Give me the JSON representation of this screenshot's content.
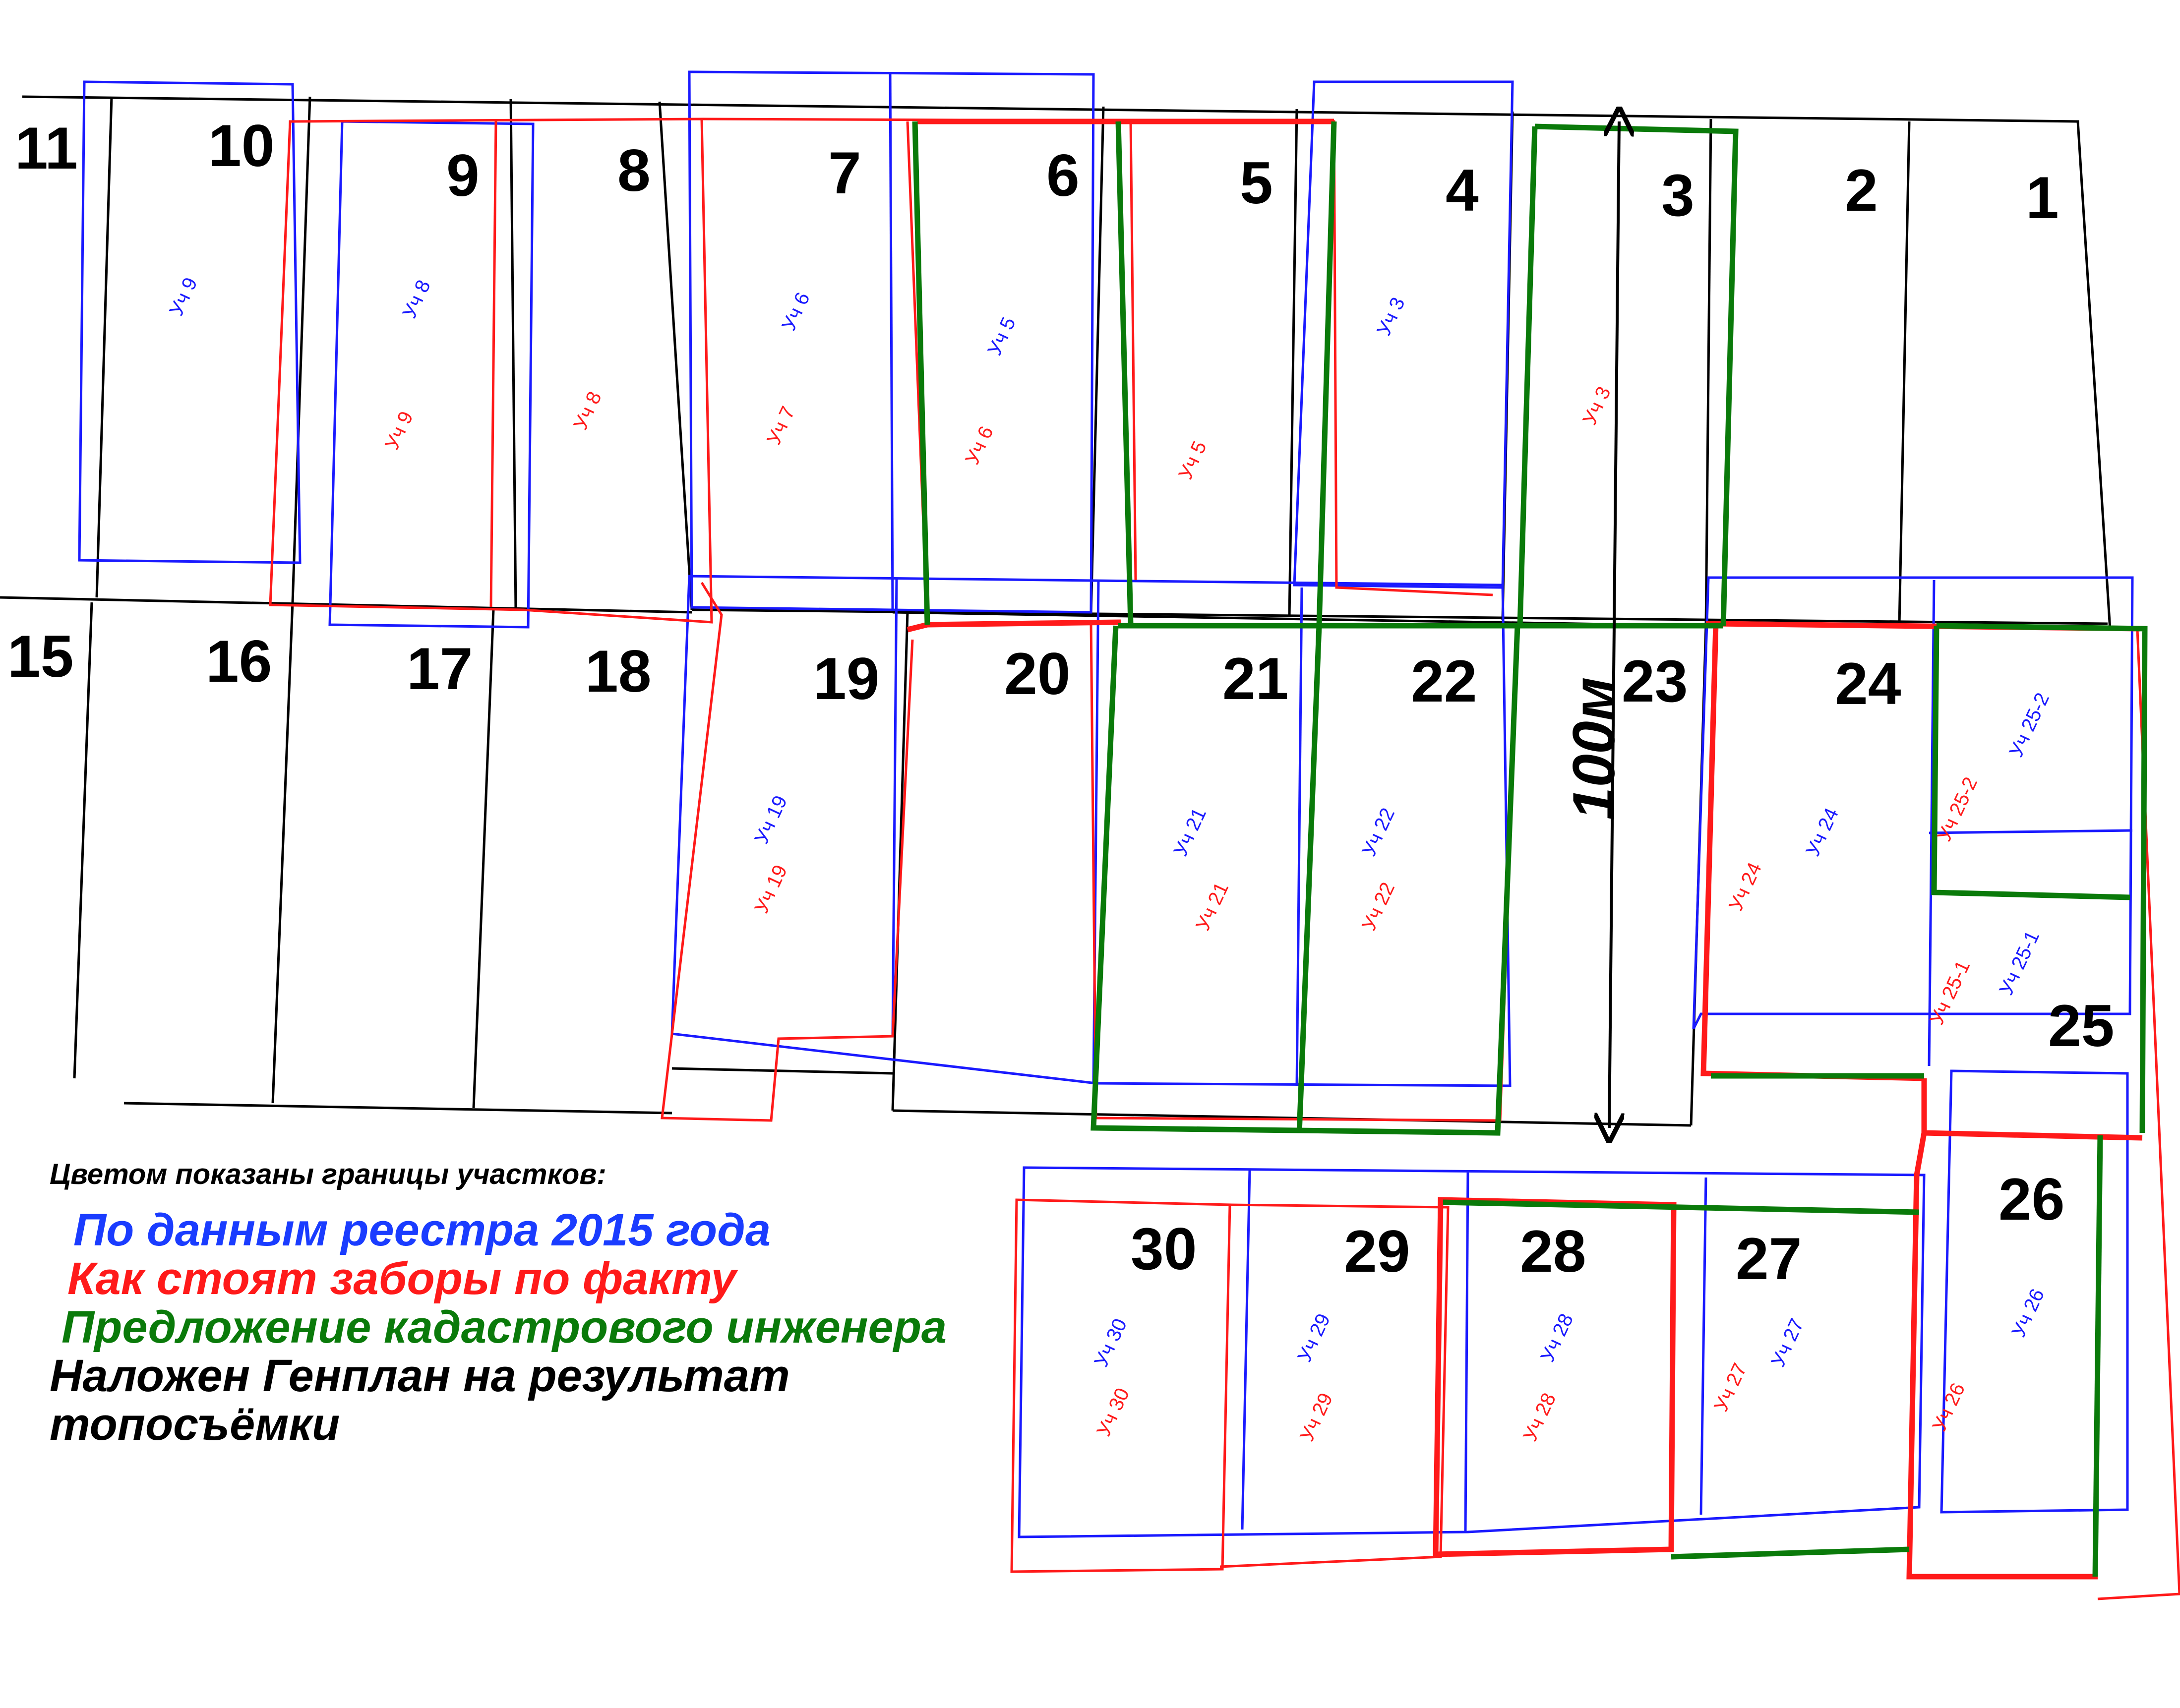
{
  "colors": {
    "registry": "#1a1aff",
    "fence": "#ff1a1a",
    "proposal": "#0a7a0a",
    "plan": "#000000"
  },
  "plots": [
    "11",
    "10",
    "9",
    "8",
    "7",
    "6",
    "5",
    "4",
    "3",
    "2",
    "1",
    "15",
    "16",
    "17",
    "18",
    "19",
    "20",
    "21",
    "22",
    "23",
    "24",
    "25",
    "26",
    "27",
    "28",
    "29",
    "30"
  ],
  "uch_blue": [
    "Уч 9",
    "Уч 8",
    "Уч 6",
    "Уч 5",
    "Уч 3",
    "Уч 19",
    "Уч 21",
    "Уч 22",
    "Уч 24",
    "Уч 25-2",
    "Уч 25-1",
    "Уч 26",
    "Уч 27",
    "Уч 28",
    "Уч 29",
    "Уч 30"
  ],
  "uch_red": [
    "Уч 9",
    "Уч 8",
    "Уч 7",
    "Уч 6",
    "Уч 5",
    "Уч 3",
    "Уч 19",
    "Уч 21",
    "Уч 22",
    "Уч 24",
    "Уч 25-2",
    "Уч 25-1",
    "Уч 26",
    "Уч 27",
    "Уч 28",
    "Уч 29",
    "Уч 30"
  ],
  "scale": "100м",
  "legend": {
    "header": "Цветом показаны границы участков:",
    "registry": "По данным реестра  2015 года",
    "fence": "Как стоят заборы по факту",
    "proposal": "Предложение кадастрового инженера",
    "plan_line1": "Наложен Генплан на результат",
    "plan_line2": "топосъёмки"
  }
}
